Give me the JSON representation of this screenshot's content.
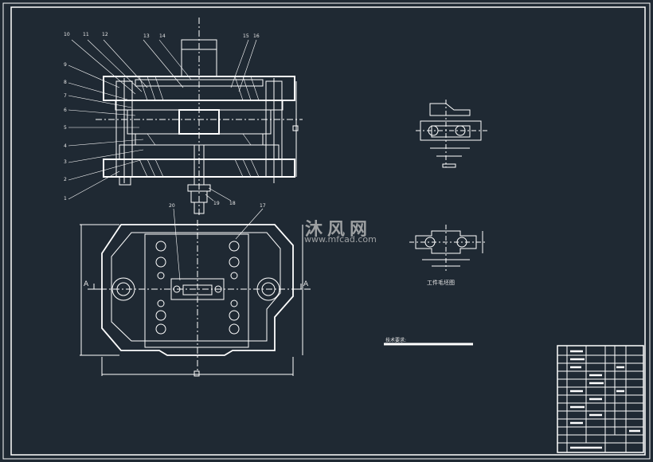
{
  "watermark": {
    "cn": "沐风网",
    "url": "www.mfcad.com"
  },
  "part_caption": "工件毛坯图",
  "tech_req": "技术要求:",
  "section_label": "A",
  "part_numbers": [
    "1",
    "2",
    "3",
    "4",
    "5",
    "6",
    "7",
    "8",
    "9",
    "10",
    "11",
    "12",
    "13",
    "14",
    "15",
    "16",
    "17",
    "18",
    "19",
    "20"
  ],
  "colors": {
    "background": "#1f2933",
    "line": "#ffffff",
    "watermark": "#c8c8c8"
  }
}
